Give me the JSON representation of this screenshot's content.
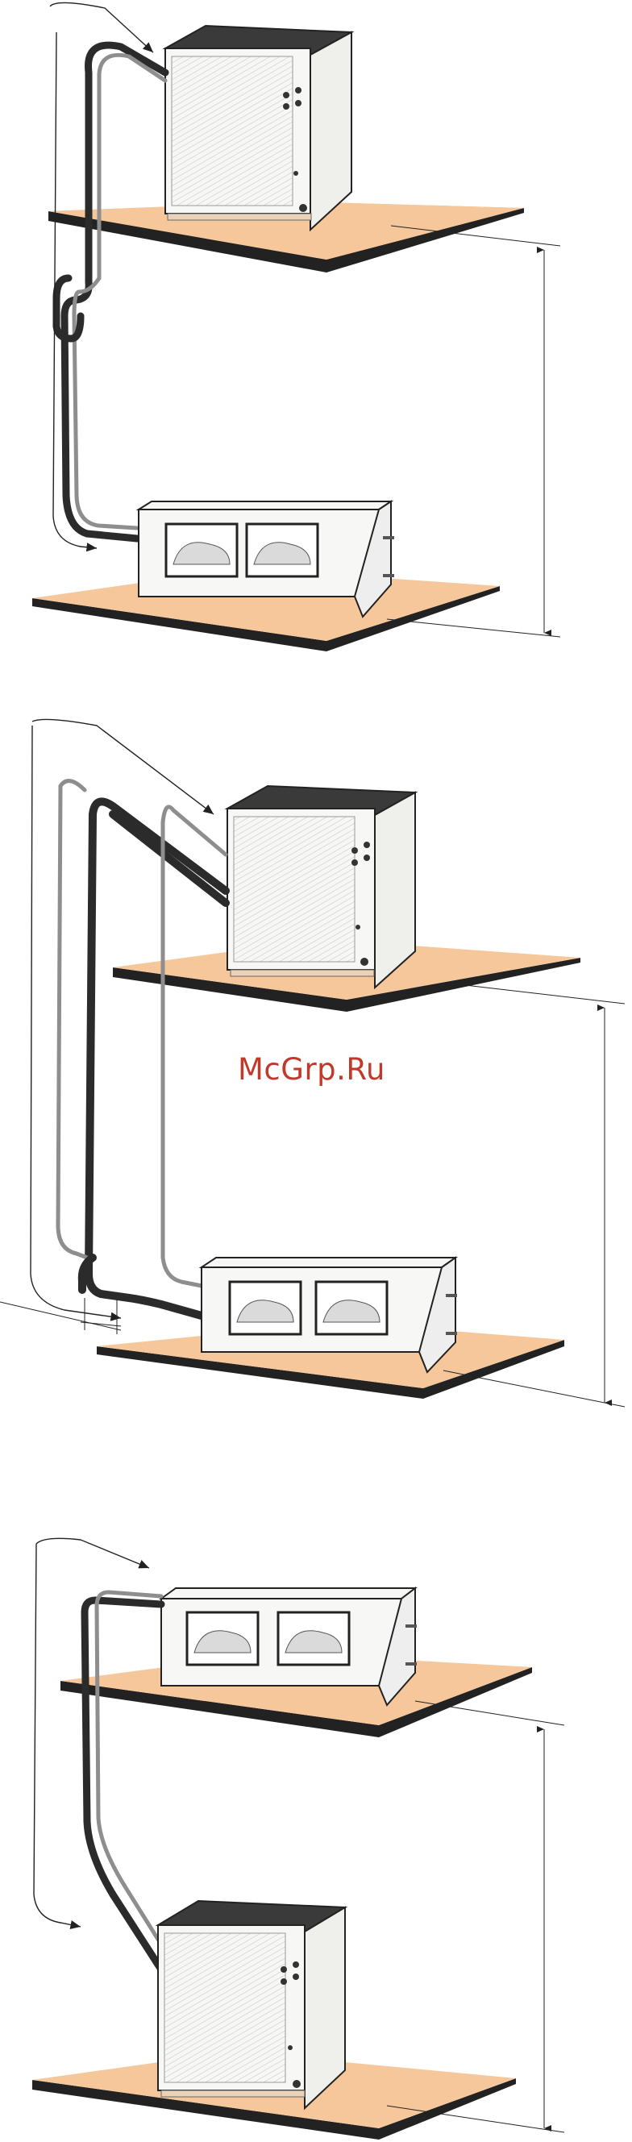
{
  "watermark": {
    "text": "McGrp.Ru",
    "color": "#c0392b"
  },
  "colors": {
    "floor": "#f6c79b",
    "outline": "#222222",
    "pipe_dark": "#2b2b2b",
    "pipe_light": "#8e8e8e",
    "unit_body": "#f7f7f5",
    "unit_top": "#3a3a3a",
    "coil_hatch": "#c9c9c9"
  },
  "panels": [
    {
      "name": "outdoor-above-indoor",
      "upper_unit": "outdoor-unit",
      "lower_unit": "indoor-duct-unit",
      "oil_trap": true
    },
    {
      "name": "outdoor-above-indoor-with-trap-riser",
      "upper_unit": "outdoor-unit",
      "lower_unit": "indoor-duct-unit",
      "oil_trap": true
    },
    {
      "name": "indoor-above-outdoor",
      "upper_unit": "indoor-duct-unit",
      "lower_unit": "outdoor-unit",
      "oil_trap": false
    }
  ],
  "icons": [
    "flow-arrow-icon",
    "dimension-arrow-icon"
  ]
}
